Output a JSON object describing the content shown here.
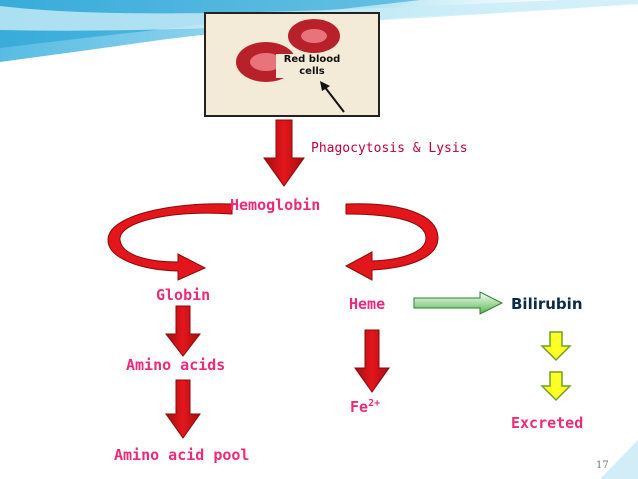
{
  "image": {
    "label_line1": "Red blood",
    "label_line2": "cells"
  },
  "process_label": "Phagocytosis & Lysis",
  "nodes": {
    "hemoglobin": "Hemoglobin",
    "globin": "Globin",
    "heme": "Heme",
    "bilirubin": "Bilirubin",
    "amino_acids": "Amino acids",
    "fe": "Fe",
    "fe_charge": "2+",
    "excreted": "Excreted",
    "amino_acid_pool": "Amino acid pool"
  },
  "slide_number": "17",
  "colors": {
    "label": "#ee2a7b",
    "arrow_red": "#e3161b",
    "arrow_yellow": "#ffff26",
    "arrow_green": "#52b749",
    "bilirubin": "#0b2a4a"
  }
}
